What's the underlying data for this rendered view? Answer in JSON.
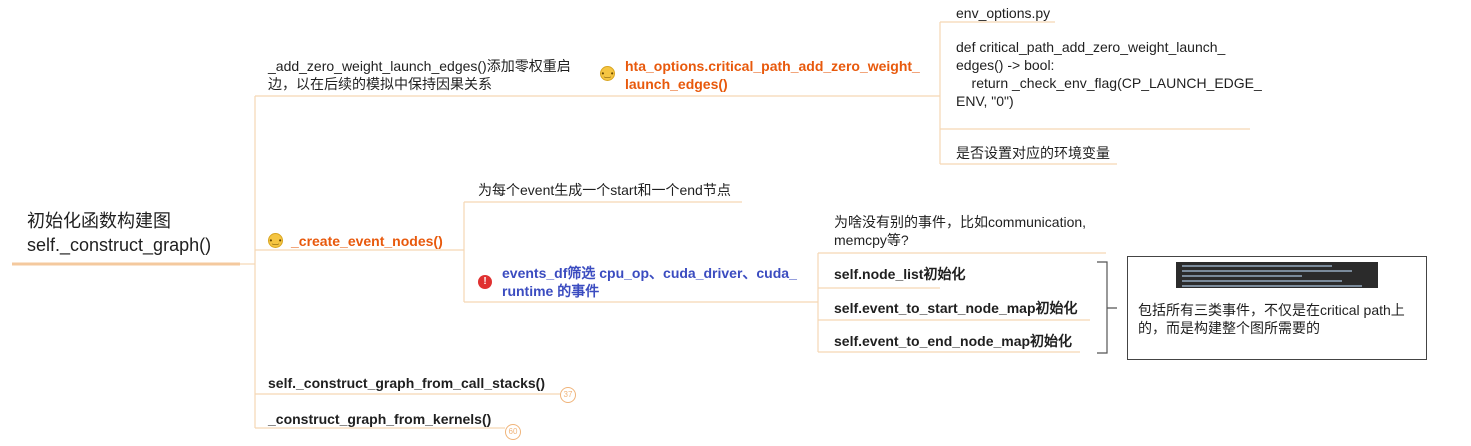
{
  "root": {
    "line1": "初始化函数构建图",
    "line2": "self._construct_graph()"
  },
  "zero_weight": {
    "desc_line1": "_add_zero_weight_launch_edges()添加零权重启",
    "desc_line2": "边，以在后续的模拟中保持因果关系",
    "option_line1": "hta_options.critical_path_add_zero_weight_",
    "option_line2": "launch_edges()",
    "file": "env_options.py",
    "code_line1": "def critical_path_add_zero_weight_launch_",
    "code_line2": "edges() -> bool:",
    "code_line3": "    return _check_env_flag(CP_LAUNCH_EDGE_",
    "code_line4": "ENV, \"0\")",
    "env_note": "是否设置对应的环境变量"
  },
  "create_nodes": {
    "label": "_create_event_nodes()",
    "desc": "为每个event生成一个start和一个end节点",
    "filter_line1": "events_df筛选 cpu_op、cuda_driver、cuda_",
    "filter_line2": "runtime 的事件",
    "question_line1": "为啥没有别的事件，比如communication,",
    "question_line2": "memcpy等?",
    "inits": [
      "self.node_list初始化",
      "self.event_to_start_node_map初始化",
      "self.event_to_end_node_map初始化"
    ],
    "note_line1": "包括所有三类事件，不仅是在critical path上",
    "note_line2": "的，而是构建整个图所需要的"
  },
  "call_stacks": {
    "label": "self._construct_graph_from_call_stacks()",
    "count": "37"
  },
  "kernels": {
    "label": "_construct_graph_from_kernels()",
    "count": "60"
  },
  "icons": {
    "thinking_face": "thinking-face-icon",
    "exclamation": "exclamation-icon",
    "image_thumb": "image-thumbnail-icon"
  },
  "colors": {
    "line": "#f5d7b5",
    "root_underline": "#f4c99e",
    "orange_text": "#e8590c",
    "blue_text": "#3b4cc0",
    "bang": "#e03131"
  }
}
